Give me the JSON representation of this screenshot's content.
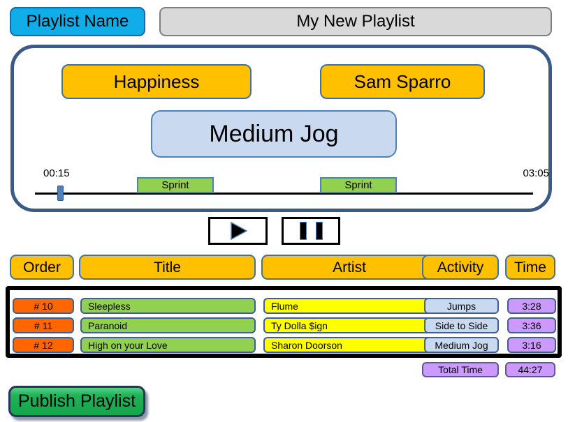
{
  "header": {
    "playlist_name_label": "Playlist Name",
    "playlist_name_value": "My New Playlist"
  },
  "player": {
    "song_title": "Happiness",
    "artist": "Sam Sparro",
    "activity": "Medium Jog",
    "timeline": {
      "elapsed": "00:15",
      "duration": "03:05",
      "segments": [
        {
          "label": "Sprint"
        },
        {
          "label": "Sprint"
        }
      ]
    }
  },
  "transport": {
    "play_icon": "play-triangle",
    "pause_icon": "pause-bars"
  },
  "table": {
    "headers": [
      "Order",
      "Title",
      "Artist",
      "Activity",
      "Time"
    ],
    "rows": [
      {
        "order": "# 10",
        "title": "Sleepless",
        "artist": "Flume",
        "activity": "Jumps",
        "time": "3:28"
      },
      {
        "order": "# 11",
        "title": "Paranoid",
        "artist": "Ty Dolla $ign",
        "activity": "Side to Side",
        "time": "3:36"
      },
      {
        "order": "# 12",
        "title": "High on your Love",
        "artist": "Sharon Doorson",
        "activity": "Medium Jog",
        "time": "3:16"
      }
    ],
    "total_label": "Total Time",
    "total_value": "44:27"
  },
  "footer": {
    "publish_label": "Publish Playlist"
  },
  "colors": {
    "cyan": "#0FAEE8",
    "header_orange": "#FFC000",
    "row_orange": "#FF6600",
    "row_green": "#92D050",
    "row_yellow": "#FFFF00",
    "row_light_blue": "#C9D9F0",
    "row_purple": "#CC99FF",
    "sprint_green": "#92D050",
    "publish_green": "#1FB257",
    "panel_border_blue": "#3C5A86"
  }
}
